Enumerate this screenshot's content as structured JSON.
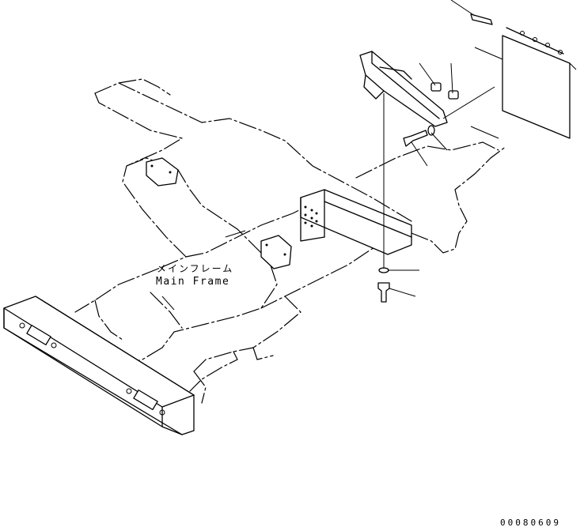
{
  "labels": {
    "main_frame_jp": "メインフレーム",
    "main_frame_en": "Main Frame"
  },
  "drawing_number": "00080609"
}
